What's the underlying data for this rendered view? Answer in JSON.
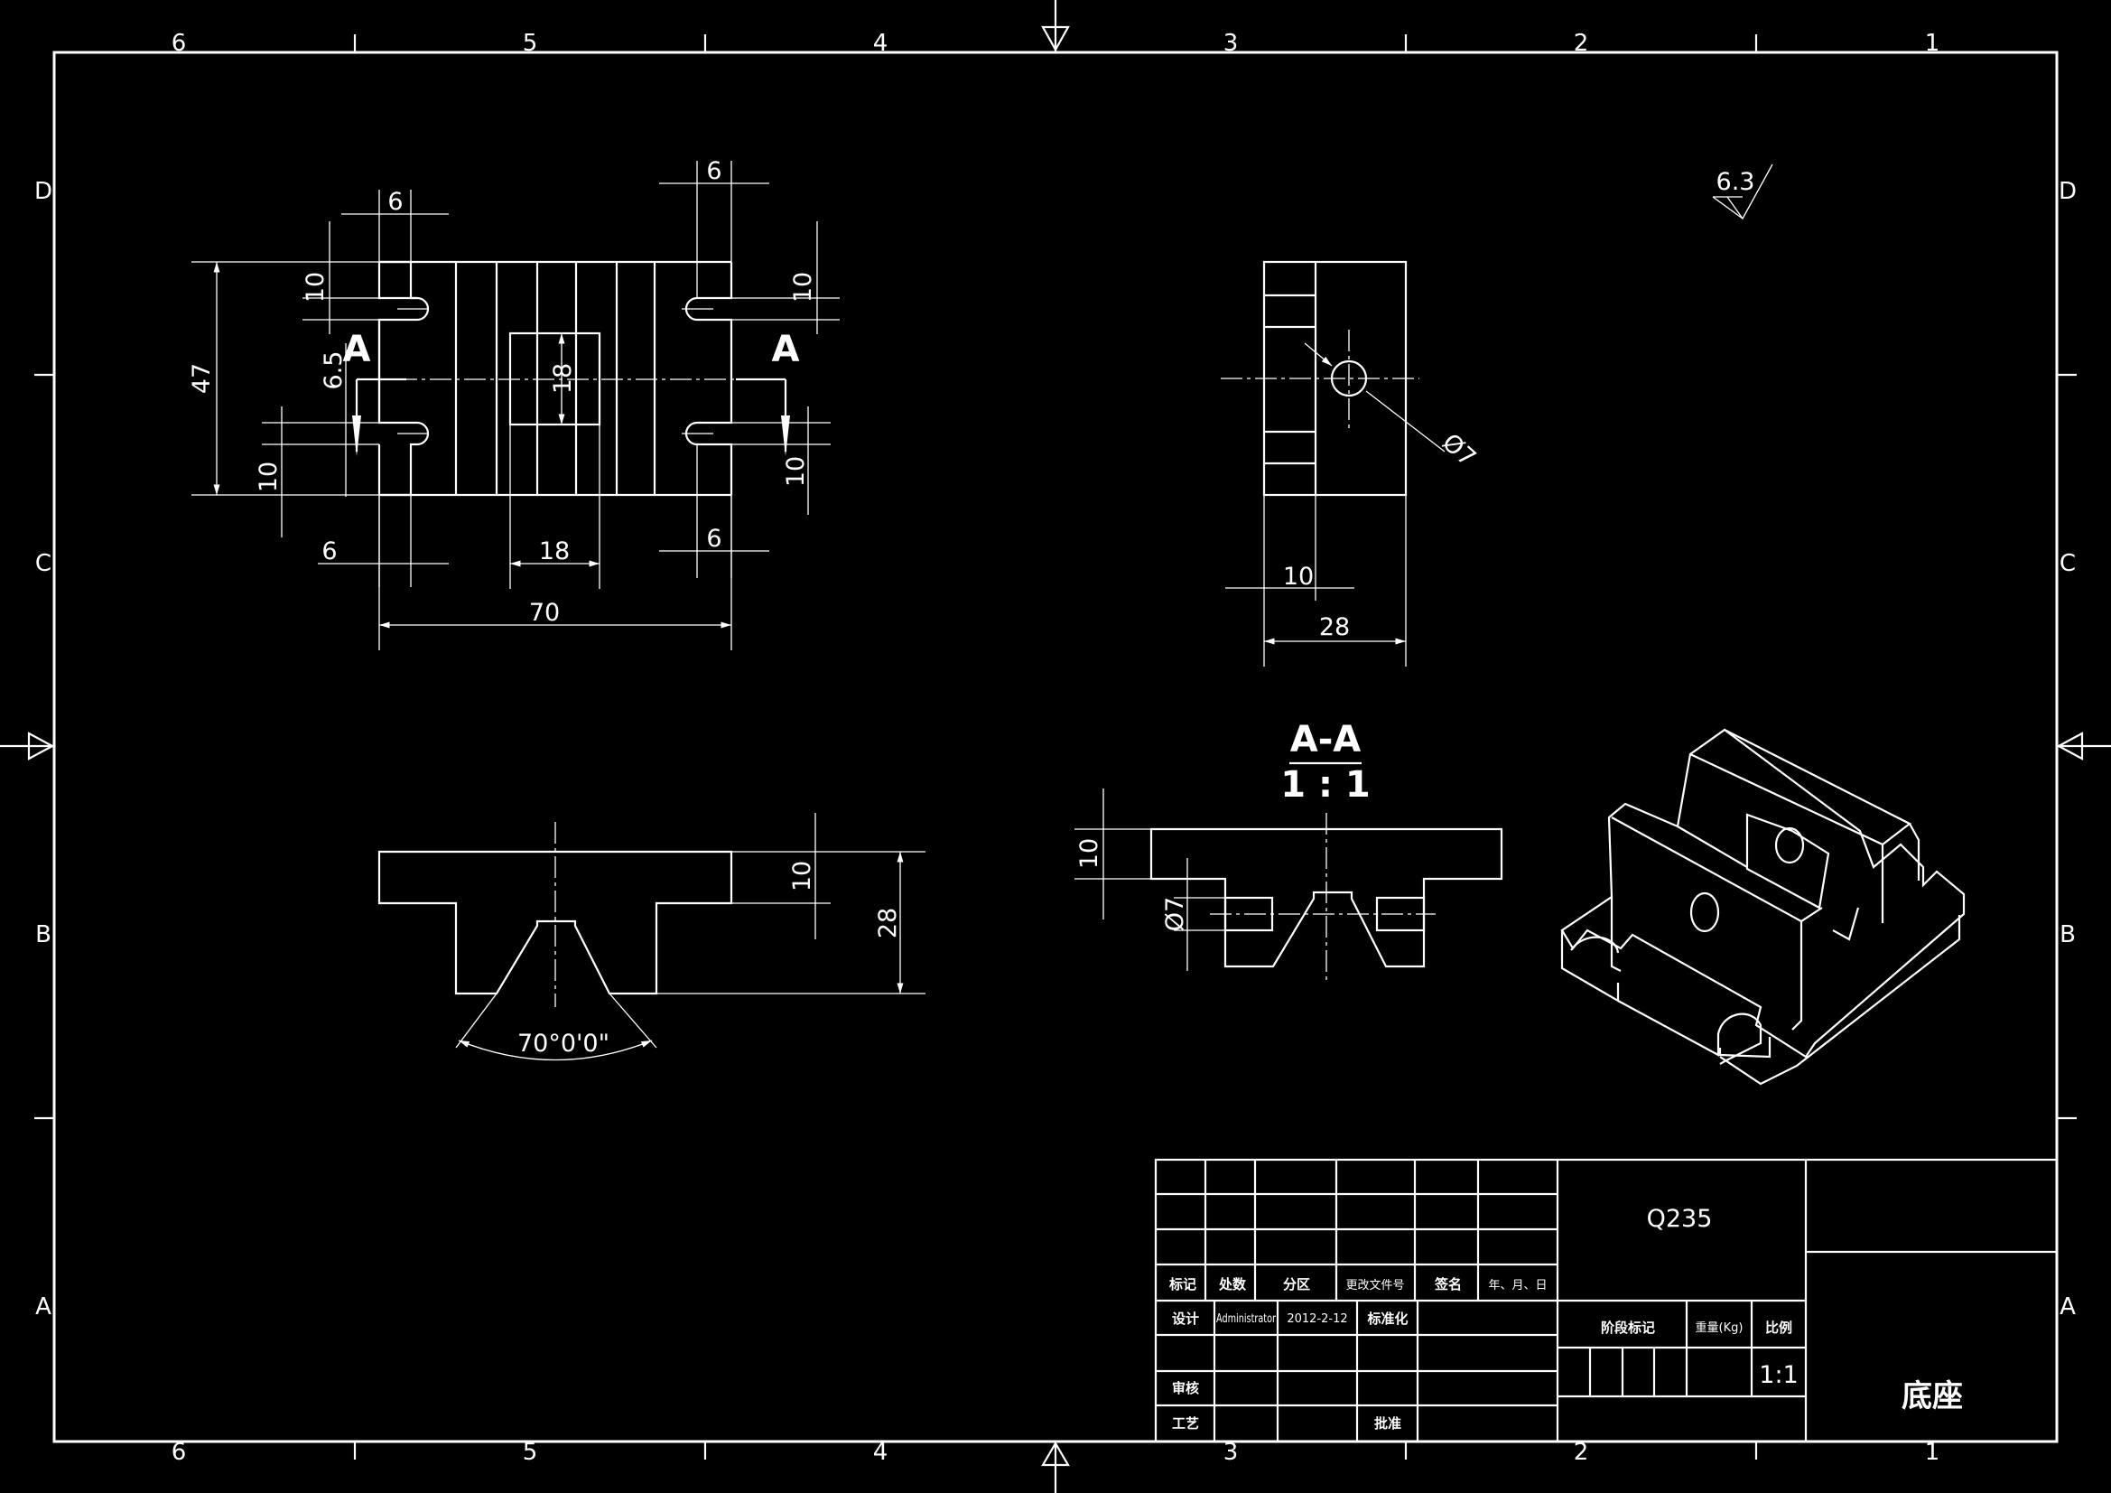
{
  "drawing": {
    "zone_columns": [
      "6",
      "5",
      "4",
      "3",
      "2",
      "1"
    ],
    "zone_rows": [
      "D",
      "C",
      "B",
      "A"
    ],
    "roughness": "6.3",
    "top_view": {
      "dim_top_left": "6",
      "dim_top_right": "6",
      "dim_height": "47",
      "dim_slot_top_left": "10",
      "dim_slot_top_right": "10",
      "dim_slot_bottom_left": "10",
      "dim_slot_bottom_right": "10",
      "dim_offset": "6.5",
      "dim_center": "18",
      "dim_bottom_left": "6",
      "dim_bottom_center": "18",
      "dim_bottom_right": "6",
      "dim_width": "70",
      "section_mark_left": "A",
      "section_mark_right": "A"
    },
    "side_view": {
      "dim_hole": "Ø7",
      "dim_offset": "10",
      "dim_width": "28"
    },
    "front_view": {
      "dim_flange": "10",
      "dim_height": "28",
      "dim_angle": "70°0'0\""
    },
    "section_view": {
      "title": "A-A",
      "scale": "1 : 1",
      "dim_flange": "10",
      "dim_hole": "Ø7"
    }
  },
  "title_block": {
    "material": "Q235",
    "part_name": "底座",
    "headers": [
      "标记",
      "处数",
      "分区",
      "更改文件号",
      "签名",
      "年、月、日"
    ],
    "design_label": "设计",
    "designer": "Administrator",
    "date": "2012-2-12",
    "standardize_label": "标准化",
    "review_label": "审核",
    "process_label": "工艺",
    "approve_label": "批准",
    "stage_label": "阶段标记",
    "weight_label": "重量(Kg)",
    "scale_label": "比例",
    "scale_value": "1:1"
  }
}
